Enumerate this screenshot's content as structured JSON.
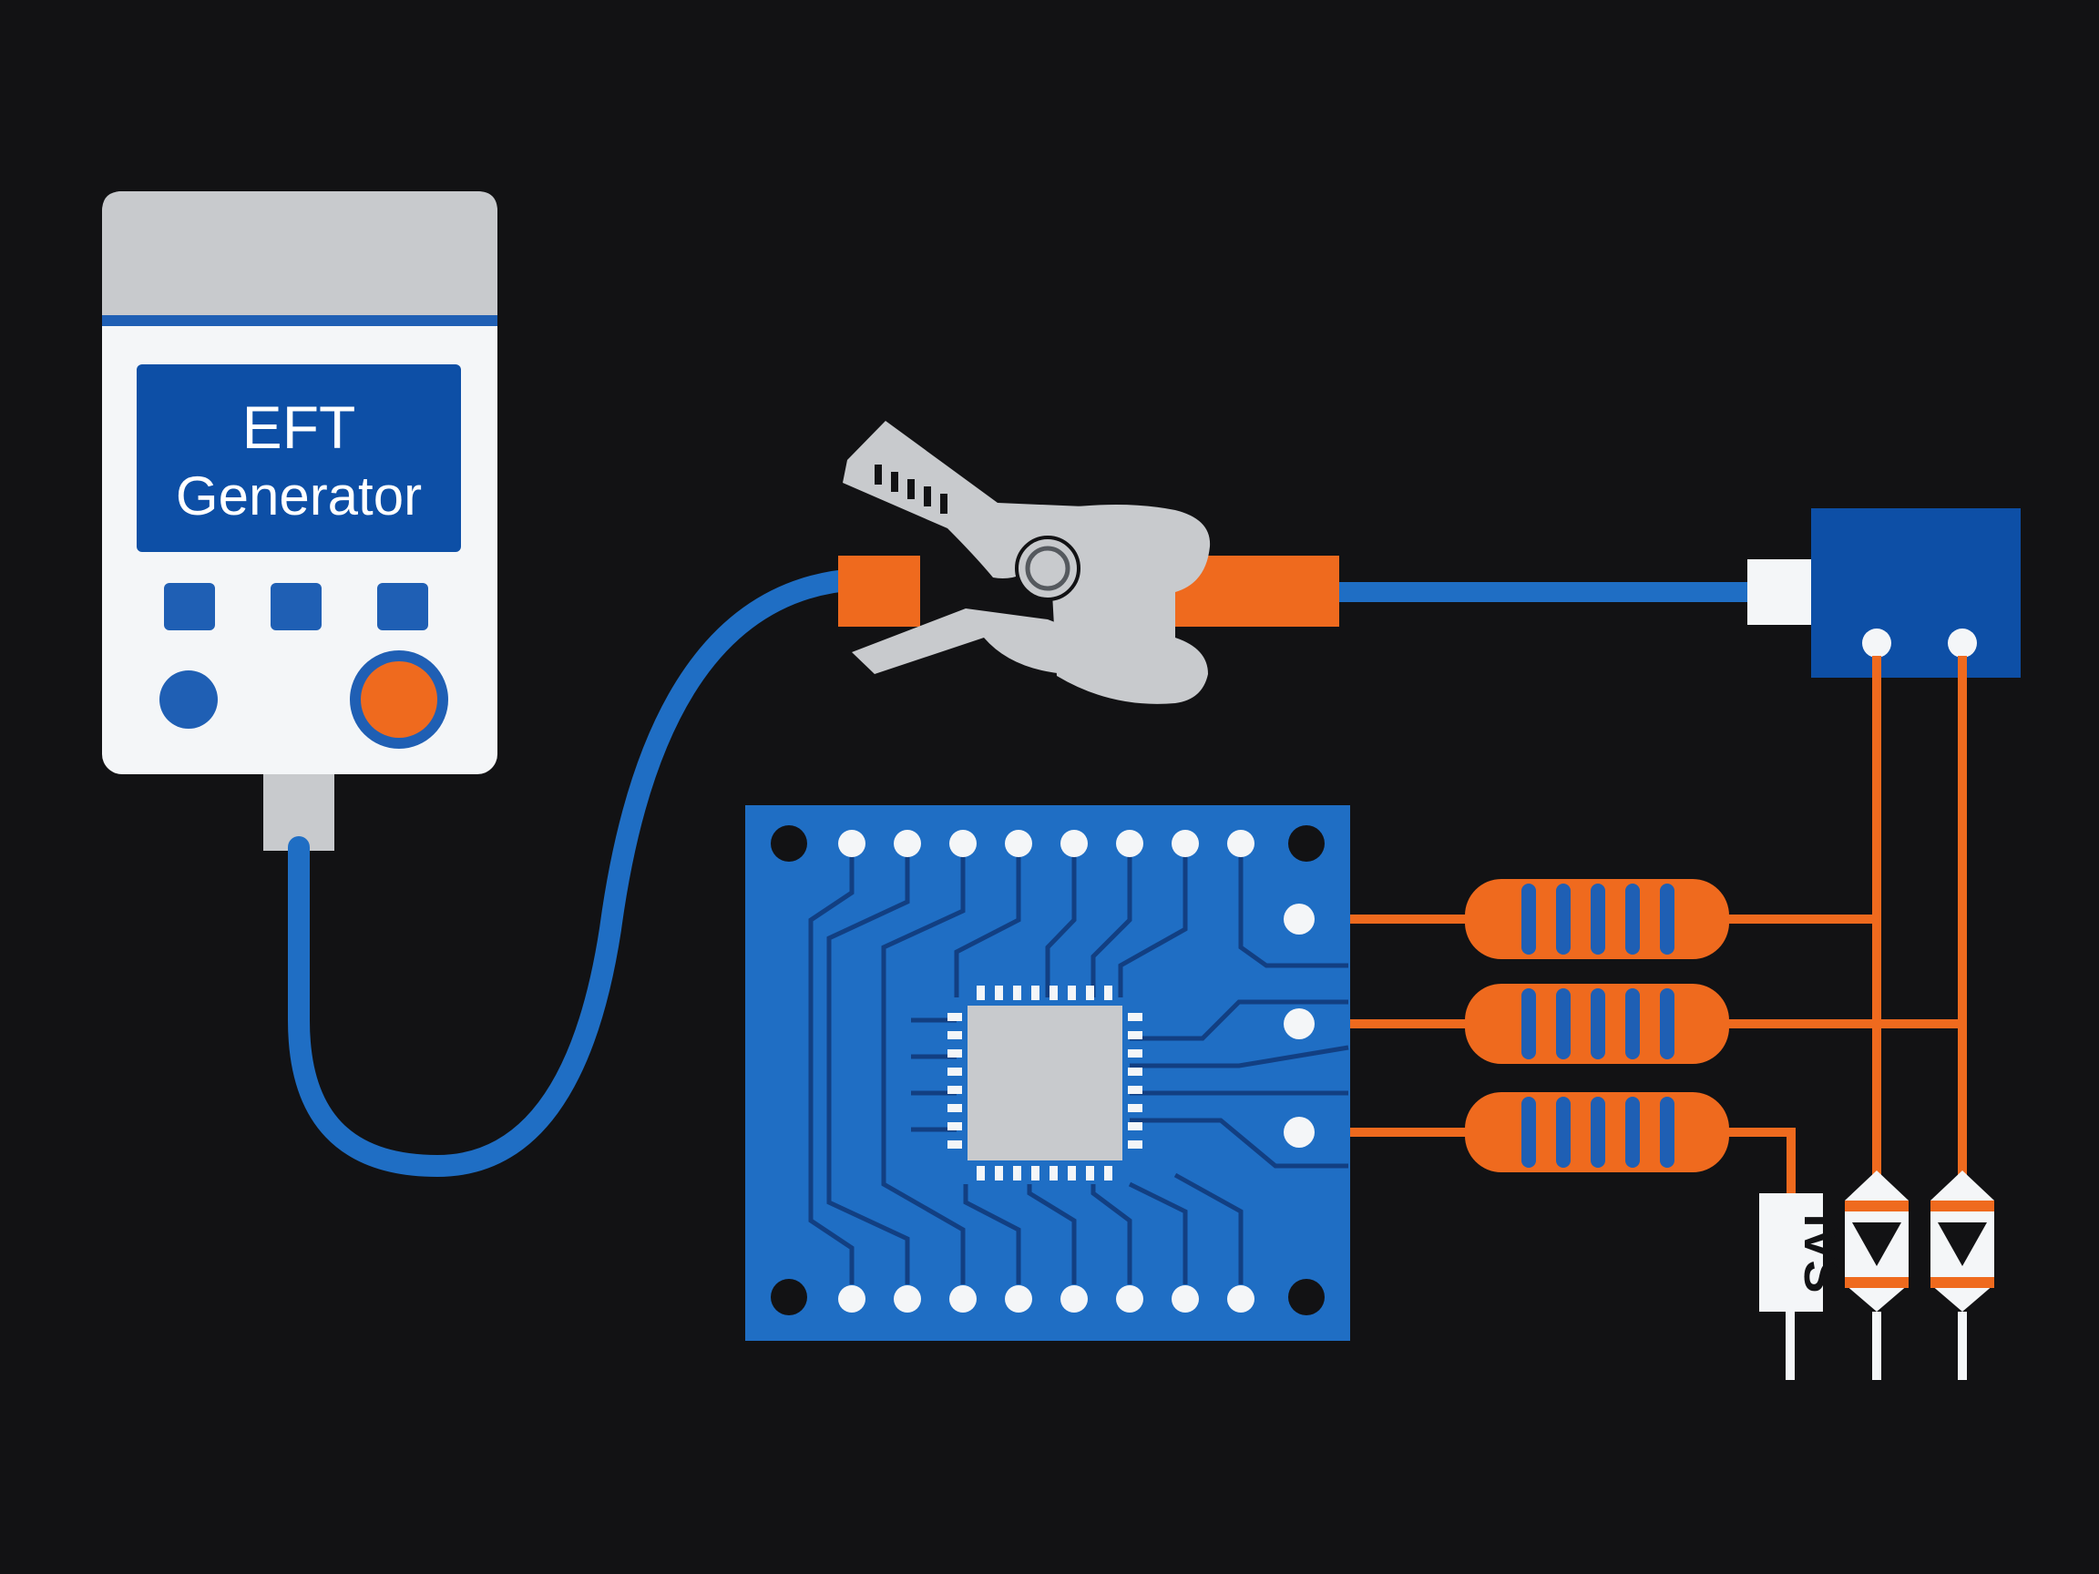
{
  "generator": {
    "title_line1": "EFT",
    "title_line2": "Generator"
  },
  "tvs_label": "IVS",
  "colors": {
    "background": "#121214",
    "blue": "#1f6ec4",
    "deep_blue": "#0d4fa6",
    "orange": "#ef6a1e",
    "gray": "#c8cacd",
    "white": "#f4f6f8"
  }
}
